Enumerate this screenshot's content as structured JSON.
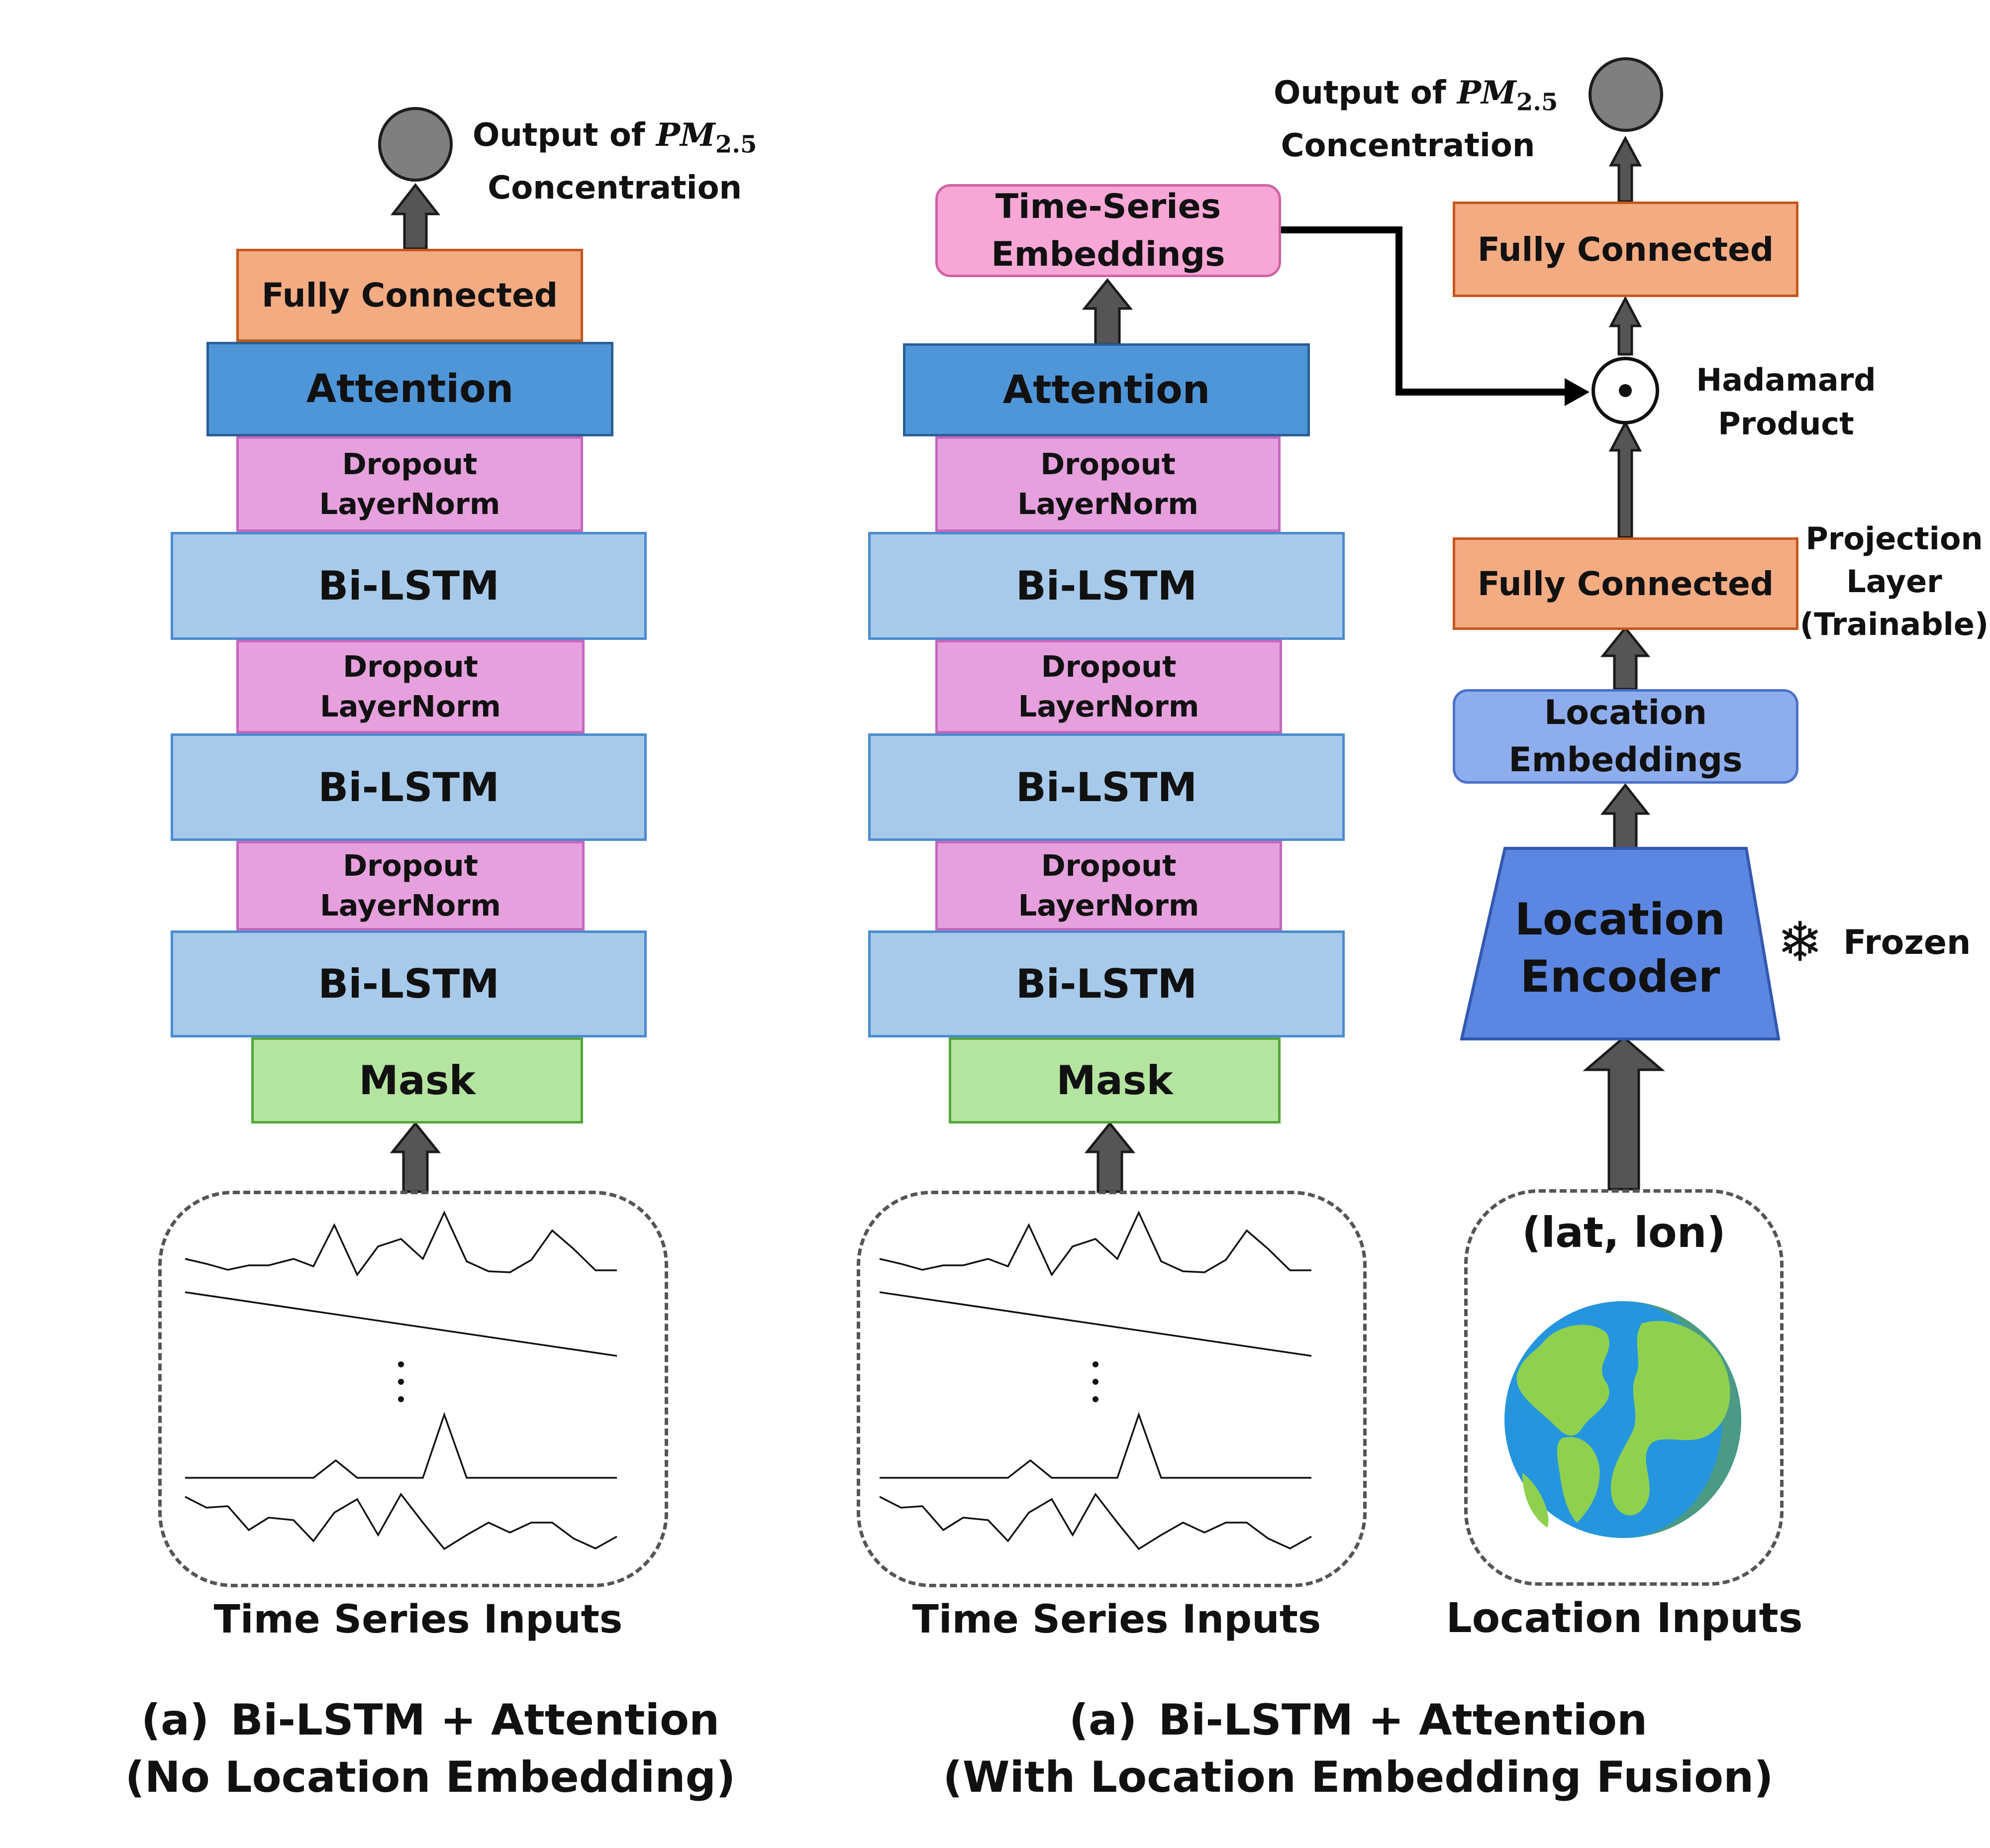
{
  "left_panel": {
    "output_label_line1_prefix": "Output of ",
    "output_label_pm": "PM",
    "output_label_sub": "2.5",
    "output_label_line2": "Concentration",
    "fully_connected": "Fully Connected",
    "attention": "Attention",
    "dropout_line1": "Dropout",
    "dropout_line2": "LayerNorm",
    "bilstm": "Bi-LSTM",
    "mask": "Mask",
    "input_label": "Time Series Inputs",
    "caption_tag": "(a)",
    "caption_line1": "Bi-LSTM + Attention",
    "caption_line2": "(No Location Embedding)"
  },
  "right_panel": {
    "output_label_line1_prefix": "Output of ",
    "output_label_pm": "PM",
    "output_label_sub": "2.5",
    "output_label_line2": "Concentration",
    "ts_embeddings_line1": "Time-Series",
    "ts_embeddings_line2": "Embeddings",
    "attention": "Attention",
    "dropout_line1": "Dropout",
    "dropout_line2": "LayerNorm",
    "bilstm": "Bi-LSTM",
    "mask": "Mask",
    "ts_input_label": "Time Series Inputs",
    "fully_connected_top": "Fully Connected",
    "hadamard_line1": "Hadamard",
    "hadamard_line2": "Product",
    "fully_connected_proj": "Fully Connected",
    "projection_line1": "Projection",
    "projection_line2": "Layer",
    "projection_line3": "(Trainable)",
    "loc_embeddings_line1": "Location",
    "loc_embeddings_line2": "Embeddings",
    "loc_encoder_line1": "Location",
    "loc_encoder_line2": "Encoder",
    "frozen": "Frozen",
    "frozen_icon": "snowflake-icon",
    "latlon": "(lat, lon)",
    "loc_input_label": "Location Inputs",
    "caption_tag": "(a)",
    "caption_line1": "Bi-LSTM + Attention",
    "caption_line2": "(With Location Embedding Fusion)"
  },
  "colors": {
    "fully_connected": "#f3ab82",
    "attention": "#4f96d9",
    "dropout": "#e6a0de",
    "bilstm": "#a7caea",
    "mask": "#b4e5a0",
    "ts_embeddings": "#f7a7d6",
    "loc_embeddings": "#8eaded",
    "loc_encoder": "#5b87e3",
    "arrow": "#555555"
  }
}
